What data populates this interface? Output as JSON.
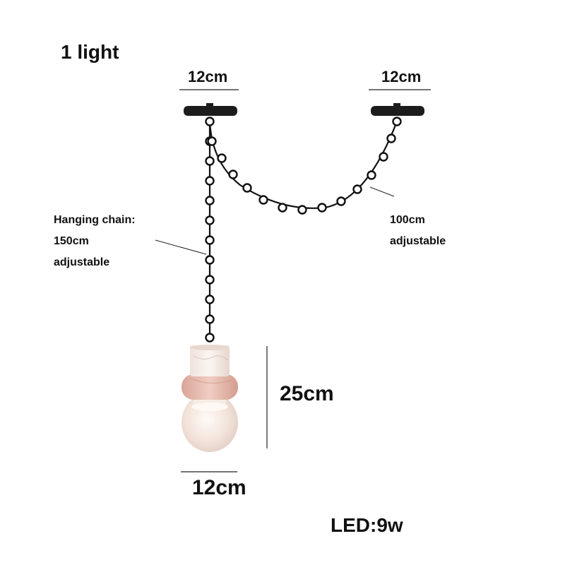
{
  "title": "1 light",
  "dimensions": {
    "canopy_left": "12cm",
    "canopy_right": "12cm",
    "shade_height": "25cm",
    "shade_width": "12cm"
  },
  "chains": {
    "hanging": {
      "line1": "Hanging chain:",
      "line2": "150cm",
      "line3": "adjustable"
    },
    "swag": {
      "line1": "100cm",
      "line2": "adjustable"
    }
  },
  "spec": {
    "power": "LED:9w"
  },
  "colors": {
    "canopy": "#1c1c1c",
    "chain": "#111111",
    "shade_light": "#f6ece6",
    "shade_band": "#e4b8ac",
    "dimension_line": "#222222"
  }
}
